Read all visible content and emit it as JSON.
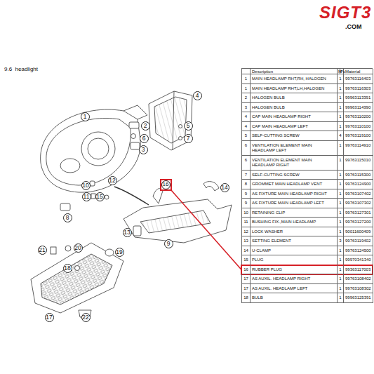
{
  "diagram": {
    "title": "9.6  headlight",
    "nodes": [
      {
        "text": [
          "1"
        ]
      },
      {
        "text": [
          "2"
        ]
      },
      {
        "text": [
          "4"
        ]
      },
      {
        "text": [
          "5"
        ]
      },
      {
        "text": [
          "6"
        ]
      },
      {
        "text": [
          "3"
        ]
      },
      {
        "text": [
          "7"
        ]
      },
      {
        "text": [
          "12"
        ]
      },
      {
        "text": [
          "16"
        ]
      },
      {
        "text": [
          "14"
        ]
      },
      {
        "text": [
          "10"
        ]
      },
      {
        "text": [
          "15"
        ]
      },
      {
        "text": [
          "11"
        ]
      },
      {
        "text": [
          "8"
        ]
      },
      {
        "text": [
          "13"
        ]
      },
      {
        "text": [
          "9"
        ]
      },
      {
        "text": [
          "21"
        ]
      },
      {
        "text": [
          "20"
        ]
      },
      {
        "text": [
          "19"
        ]
      },
      {
        "text": [
          "18"
        ]
      },
      {
        "text": [
          "17"
        ]
      },
      {
        "text": [
          "22"
        ]
      },
      {
        "text": [
          "16",
          "RUBBER PLUG",
          "1",
          "99363117003"
        ]
      }
    ],
    "edges": [
      {
        "from": 8,
        "to": 22,
        "arrow": "none"
      }
    ],
    "labels": [
      "SIGT3",
      ".COM",
      "Description",
      "M",
      "Pc",
      "Material",
      "1",
      "MAIN HEADLAMP RHT,RH, HALOGEN",
      "1",
      "99763116403",
      "1",
      "MAIN HEADLAMP RHT,LH,HALOGEN",
      "1",
      "99763116303",
      "2",
      "HALOGEN BULB",
      "1",
      "99963113391",
      "3",
      "HALOGEN BULB",
      "1",
      "99963114390",
      "4",
      "CAP MAIN HEADLAMP RIGHT",
      "1",
      "99763110200",
      "4",
      "CAP MAIN HEADLAMP LEFT",
      "1",
      "99763110100",
      "5",
      "SELF-CUTTING SCREW",
      "4",
      "99763119100",
      "6",
      "VENTILATION ELEMENT MAIN HEADLAMP LEFT",
      "1",
      "99763114910",
      "6",
      "VENTILATION ELEMENT MAIN HEADLAMP RIGHT",
      "1",
      "99763115010",
      "7",
      "SELF-CUTTING SCREW",
      "1",
      "99763115300",
      "8",
      "GROMMET MAIN HEADLAMP VENT",
      "1",
      "99763124900",
      "9",
      "AS FIXTURE MAIN HEADLAMP RIGHT",
      "1",
      "99763107402",
      "9",
      "AS FIXTURE MAIN HEADLAMP LEFT",
      "1",
      "99763107302",
      "10",
      "RETAINING CLIP",
      "1",
      "99763127301",
      "11",
      "BUSHING FIX.,MAIN HEADLAMP",
      "1",
      "99763127200",
      "12",
      "LOCK WASHER",
      "1",
      "90011600409",
      "13",
      "SETTING ELEMENT",
      "3",
      "99763119402",
      "14",
      "U-CLAMP",
      "1",
      "99763124500",
      "15",
      "PLUG",
      "1",
      "99970341340",
      "17",
      "AS AUXIL. HEADLAMP RIGHT",
      "1",
      "99763108402",
      "17",
      "AS AUXIL. HEADLAMP LEFT",
      "1",
      "99763108302",
      "18",
      "BULB",
      "1",
      "99963125391"
    ]
  }
}
